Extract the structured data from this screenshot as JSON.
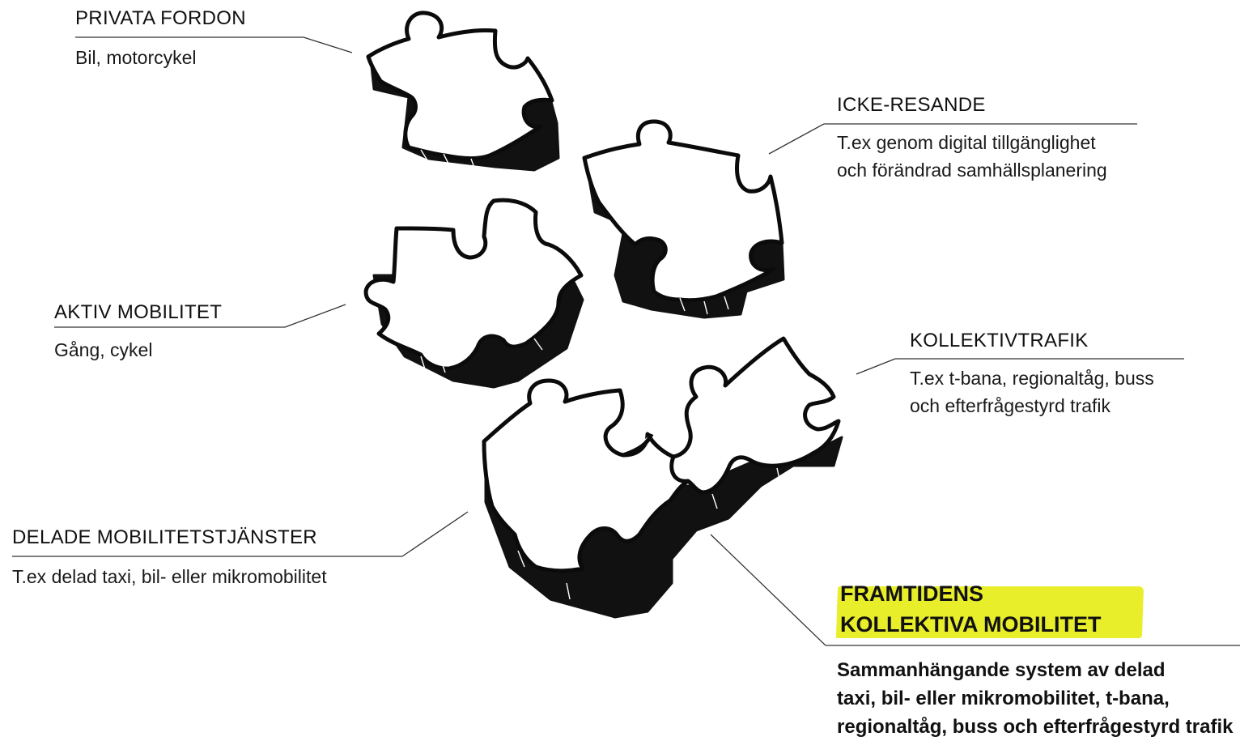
{
  "categories": [
    {
      "id": "privata",
      "title": "PRIVATA FORDON",
      "desc": [
        "Bil, motorcykel"
      ]
    },
    {
      "id": "icke",
      "title": "ICKE-RESANDE",
      "desc": [
        "T.ex genom digital tillgänglighet",
        "och förändrad samhällsplanering"
      ]
    },
    {
      "id": "aktiv",
      "title": "AKTIV MOBILITET",
      "desc": [
        "Gång, cykel"
      ]
    },
    {
      "id": "kollektiv",
      "title": "KOLLEKTIVTRAFIK",
      "desc": [
        "T.ex t-bana, regionaltåg, buss",
        "och efterfrågestyrd trafik"
      ]
    },
    {
      "id": "delade",
      "title": "DELADE MOBILITETSTJÄNSTER",
      "desc": [
        "T.ex delad taxi, bil- eller mikromobilitet"
      ]
    }
  ],
  "future": {
    "title": [
      "FRAMTIDENS",
      "KOLLEKTIVA MOBILITET"
    ],
    "desc": [
      "Sammanhängande system av delad",
      "taxi, bil- eller mikromobilitet, t-bana,",
      "regionaltåg, buss och efterfrågestyrd trafik"
    ],
    "highlight_color": "#e9ee2b"
  },
  "colors": {
    "ink": "#111111",
    "background": "#ffffff",
    "leader": "#333333"
  }
}
